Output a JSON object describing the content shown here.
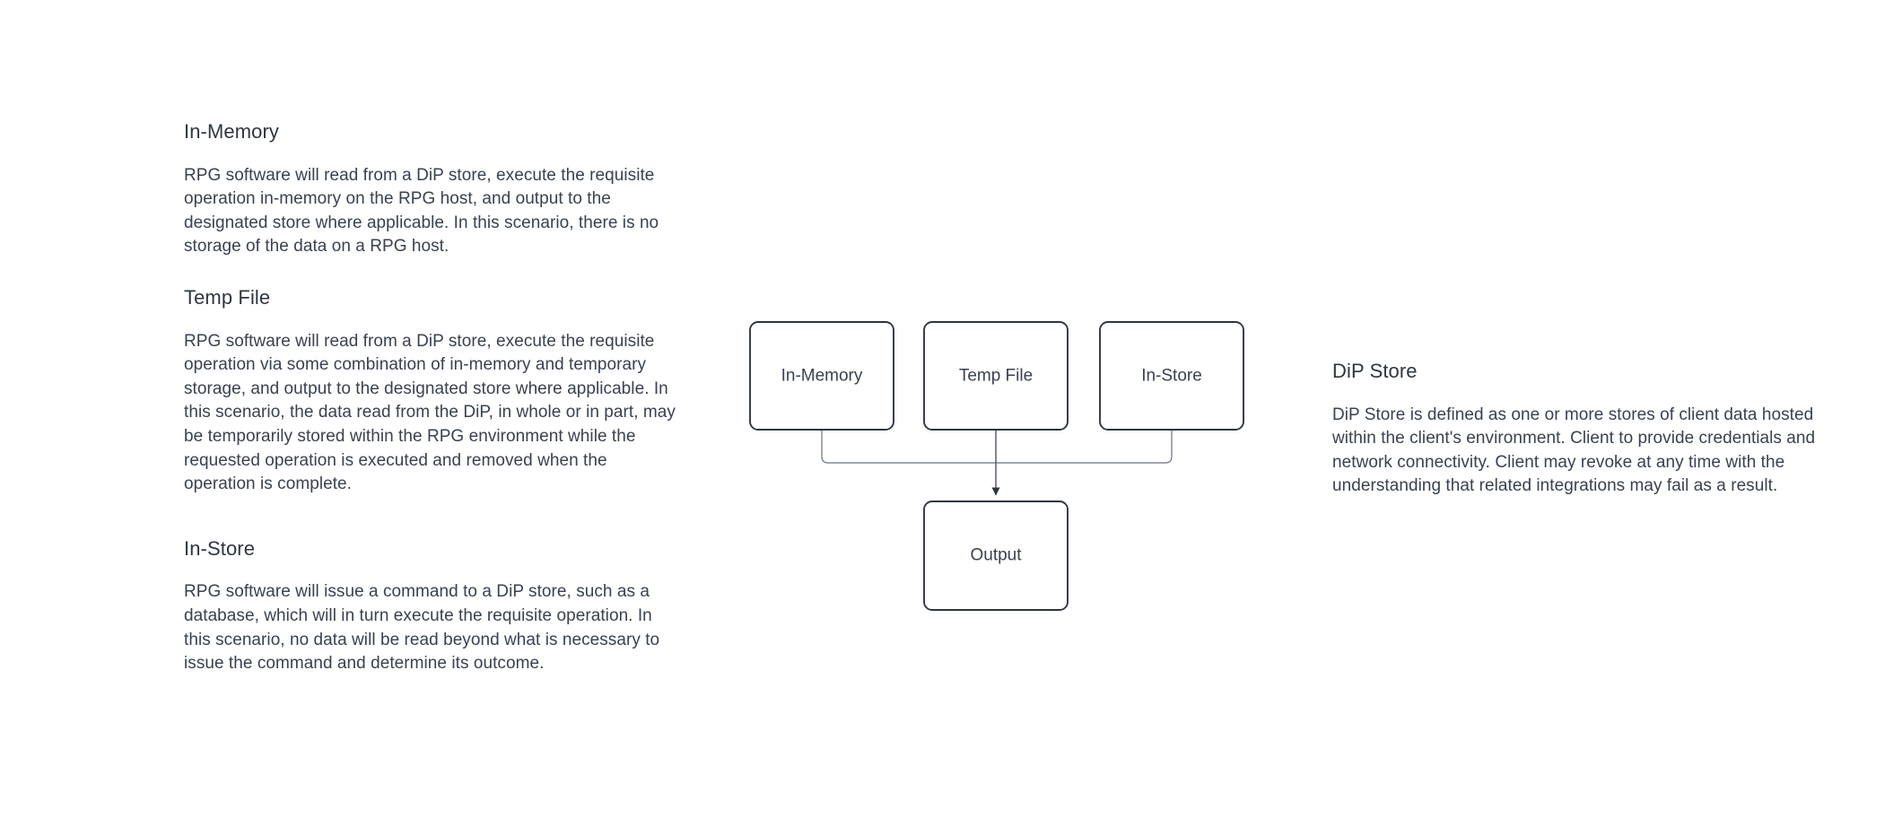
{
  "document": {
    "background_color": "#ffffff",
    "text_color": "#3a4150",
    "heading_color": "#2f3640"
  },
  "left_column": {
    "sections": [
      {
        "heading": "In-Memory",
        "body": "RPG software will read from a DiP store, execute the requisite operation in-memory on the RPG host, and output to the designated store where applicable. In this scenario, there is no storage of the data on a RPG host."
      },
      {
        "heading": "Temp File",
        "body": "RPG software will read from a DiP store, execute the requisite operation via some combination of in-memory and temporary storage, and output to the designated store where applicable. In this scenario, the data read from the DiP, in whole or in part, may be temporarily stored within the RPG environment while the requested operation is executed and removed when the operation is complete."
      },
      {
        "heading": "In-Store",
        "body": "RPG software will issue a command to a DiP store, such as a database, which will in turn execute the requisite operation. In this scenario, no data will be read beyond what is necessary to issue the command and determine its outcome."
      }
    ]
  },
  "right_column": {
    "sections": [
      {
        "heading": "DiP Store",
        "body": "DiP Store is defined as one or more stores of client data hosted within the client's environment. Client to provide credentials and network connectivity. Client may revoke at any time with the understanding that related integrations may fail as a result."
      }
    ]
  },
  "diagram": {
    "stroke_color": "#2f3640",
    "edge_color": "#6b7280",
    "node_fill": "#ffffff",
    "nodes": [
      {
        "id": "in-memory",
        "label": "In-Memory"
      },
      {
        "id": "temp-file",
        "label": "Temp File"
      },
      {
        "id": "in-store",
        "label": "In-Store"
      },
      {
        "id": "output",
        "label": "Output"
      }
    ],
    "edges": [
      {
        "from": "In-Memory",
        "to": "Output"
      },
      {
        "from": "Temp File",
        "to": "Output"
      },
      {
        "from": "In-Store",
        "to": "Output"
      }
    ]
  }
}
